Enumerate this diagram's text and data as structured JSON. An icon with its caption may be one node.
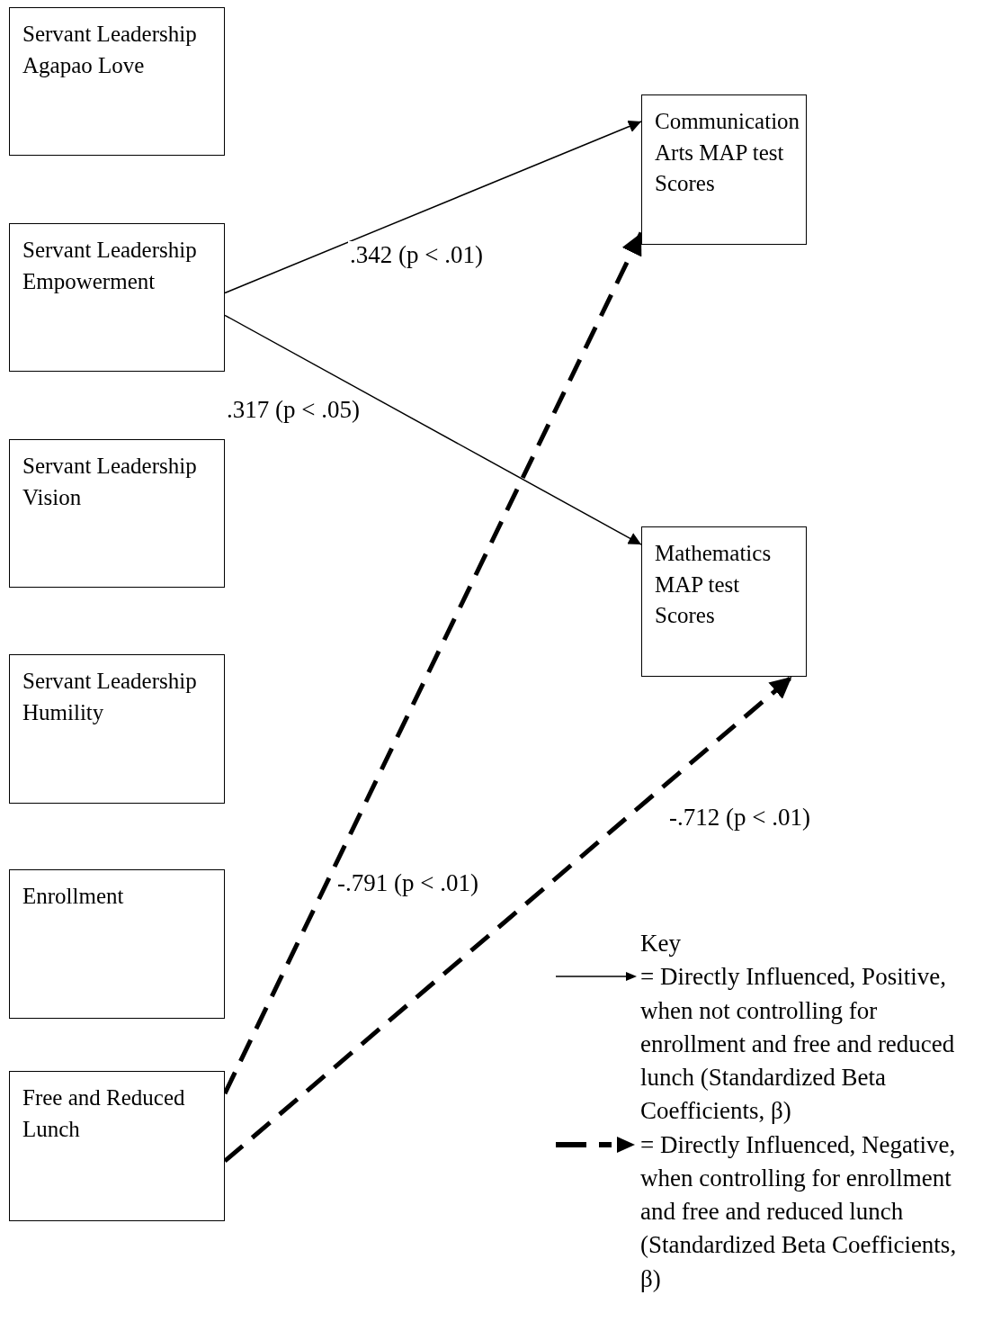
{
  "diagram": {
    "nodes": [
      {
        "text": [
          "Servant Leadership Agapao Love"
        ]
      },
      {
        "text": [
          "Servant Leadership Empowerment"
        ]
      },
      {
        "text": [
          "Servant Leadership Vision"
        ]
      },
      {
        "text": [
          "Servant Leadership Humility"
        ]
      },
      {
        "text": [
          "Enrollment"
        ]
      },
      {
        "text": [
          "Free and Reduced Lunch"
        ]
      },
      {
        "text": [
          "Communication Arts MAP test Scores"
        ]
      },
      {
        "text": [
          "Mathematics MAP test Scores"
        ]
      }
    ],
    "edges": [
      {
        "from": 1,
        "to": 6,
        "arrow": "to",
        "label": ".342 (p < .01)"
      },
      {
        "from": 1,
        "to": 7,
        "arrow": "to",
        "label": ".317 (p < .05)"
      },
      {
        "from": 5,
        "to": 6,
        "arrow": "to",
        "label": "-.791 (p < .01)",
        "style": "dashed"
      },
      {
        "from": 5,
        "to": 7,
        "arrow": "to",
        "label": "-.712 (p < .01)",
        "style": "dashed"
      }
    ],
    "labels": [
      "Key"
    ],
    "legend": [
      {
        "text": "= Directly Influenced, Positive, when not controlling for enrollment and free and reduced lunch (Standardized Beta Coefficients, β)"
      },
      {
        "text": "= Directly Influenced, Negative, when controlling for enrollment and free and reduced lunch (Standardized Beta Coefficients, β)"
      }
    ]
  }
}
